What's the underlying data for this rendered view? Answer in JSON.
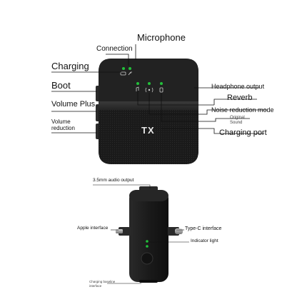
{
  "diagram": {
    "top_device": {
      "brand_text": "TX",
      "labels": {
        "microphone": "Microphone",
        "connection": "Connection",
        "charging": "Charging",
        "boot": "Boot",
        "volume_plus": "Volume Plus",
        "volume_reduction_line1": "Volume",
        "volume_reduction_line2": "reduction",
        "headphone_output": "Headphone output",
        "reverb": "Reverb",
        "noise_reduction_mode": "Noise reduction mode",
        "original_sound_line1": "Original",
        "original_sound_line2": "Sound",
        "charging_port": "Charging port"
      },
      "colors": {
        "led": "#22c03a",
        "body": "#1b1b1b",
        "label_line": "#111111"
      }
    },
    "bottom_device": {
      "labels": {
        "audio_output": "3.5mm audio output",
        "apple_interface": "Apple interface",
        "type_c_interface": "Type-C interface",
        "indicator_light": "Indicator light",
        "charging_interface_line1": "Charging baseline",
        "charging_interface_line2": "interface"
      }
    }
  }
}
